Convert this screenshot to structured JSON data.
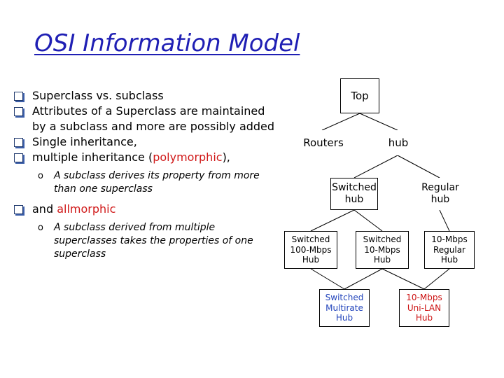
{
  "title": "OSI Information Model",
  "bullets": [
    {
      "text": "Superclass vs. subclass"
    },
    {
      "text": "Attributes of a Superclass are maintained by a subclass and more are possibly added"
    },
    {
      "text": "Single inheritance,"
    },
    {
      "pre": "multiple inheritance (",
      "highlight": "polymorphic",
      "post": "),"
    },
    {
      "pre": "and ",
      "highlight": "allmorphic",
      "post": ""
    }
  ],
  "sub_bullets": [
    {
      "marker": "o",
      "text": "A subclass derives its property from more than one superclass"
    },
    {
      "marker": "o",
      "text": "A subclass derived from multiple superclasses takes the properties of one superclass"
    }
  ],
  "tree": {
    "top": "Top",
    "routers": "Routers",
    "hub": "hub",
    "switched_hub": "Switched\nhub",
    "regular_hub": "Regular\nhub",
    "sw_100": "Switched\n100-Mbps\nHub",
    "sw_10": "Switched\n10-Mbps\nHub",
    "reg_10": "10-Mbps\nRegular\nHub",
    "sw_multirate": "Switched\nMultirate\nHub",
    "uni_lan": "10-Mbps\nUni-LAN\nHub"
  }
}
